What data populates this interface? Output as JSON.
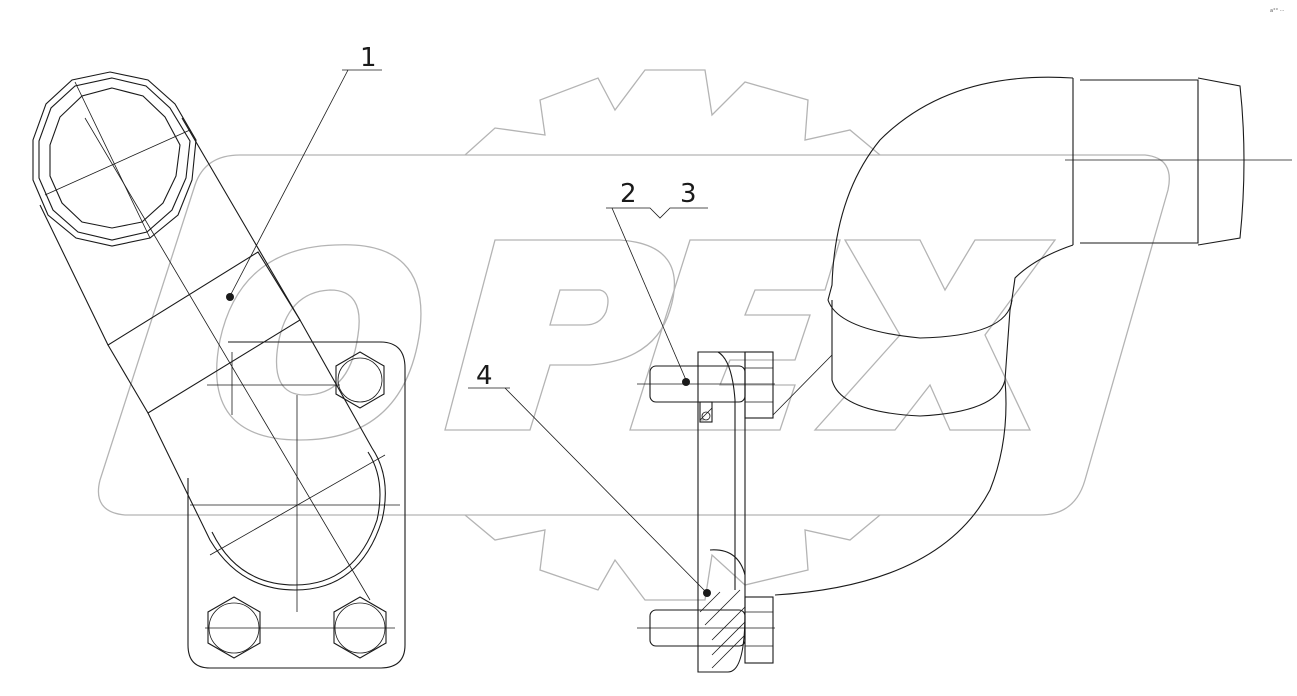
{
  "watermark": {
    "text": "OPEX"
  },
  "callouts": [
    {
      "id": "1",
      "label": "1"
    },
    {
      "id": "2",
      "label": "2"
    },
    {
      "id": "3",
      "label": "3"
    },
    {
      "id": "4",
      "label": "4"
    }
  ],
  "corner_mark": "a°° ···"
}
